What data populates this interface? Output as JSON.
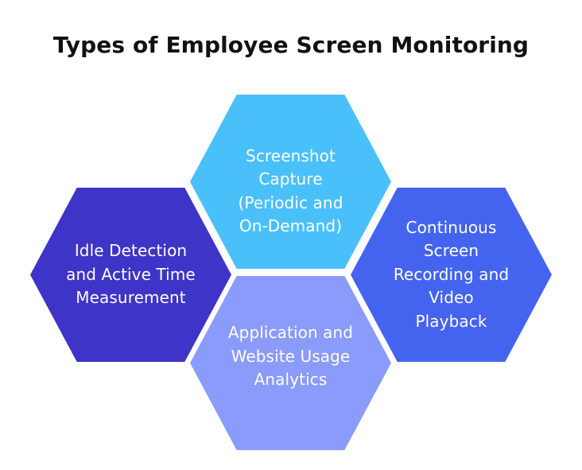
{
  "page": {
    "background_color": "#ffffff",
    "title": "Types of Employee Screen Monitoring",
    "title_color": "#111111"
  },
  "diagram": {
    "type": "honeycomb-hexagon-cluster",
    "shape": "hexagon",
    "orientation": "flat-top",
    "count": 4,
    "nodes": [
      {
        "id": "screenshot-capture",
        "position": "top",
        "label": "Screenshot\nCapture\n(Periodic and\nOn-Demand)",
        "plain_label": "Screenshot Capture (Periodic and On-Demand)",
        "fill_color": "#4AC0FB",
        "text_color": "#ffffff"
      },
      {
        "id": "idle-detection",
        "position": "left",
        "label": "Idle Detection\nand Active Time\nMeasurement",
        "plain_label": "Idle Detection and Active Time Measurement",
        "fill_color": "#3F34C8",
        "text_color": "#ffffff"
      },
      {
        "id": "continuous-recording",
        "position": "right",
        "label": "Continuous\nScreen\nRecording and\nVideo\nPlayback",
        "plain_label": "Continuous Screen Recording and Video Playback",
        "fill_color": "#4464F0",
        "text_color": "#ffffff"
      },
      {
        "id": "usage-analytics",
        "position": "bottom",
        "label": "Application and\nWebsite Usage\nAnalytics",
        "plain_label": "Application and Website Usage Analytics",
        "fill_color": "#8A9BFB",
        "text_color": "#ffffff"
      }
    ]
  }
}
